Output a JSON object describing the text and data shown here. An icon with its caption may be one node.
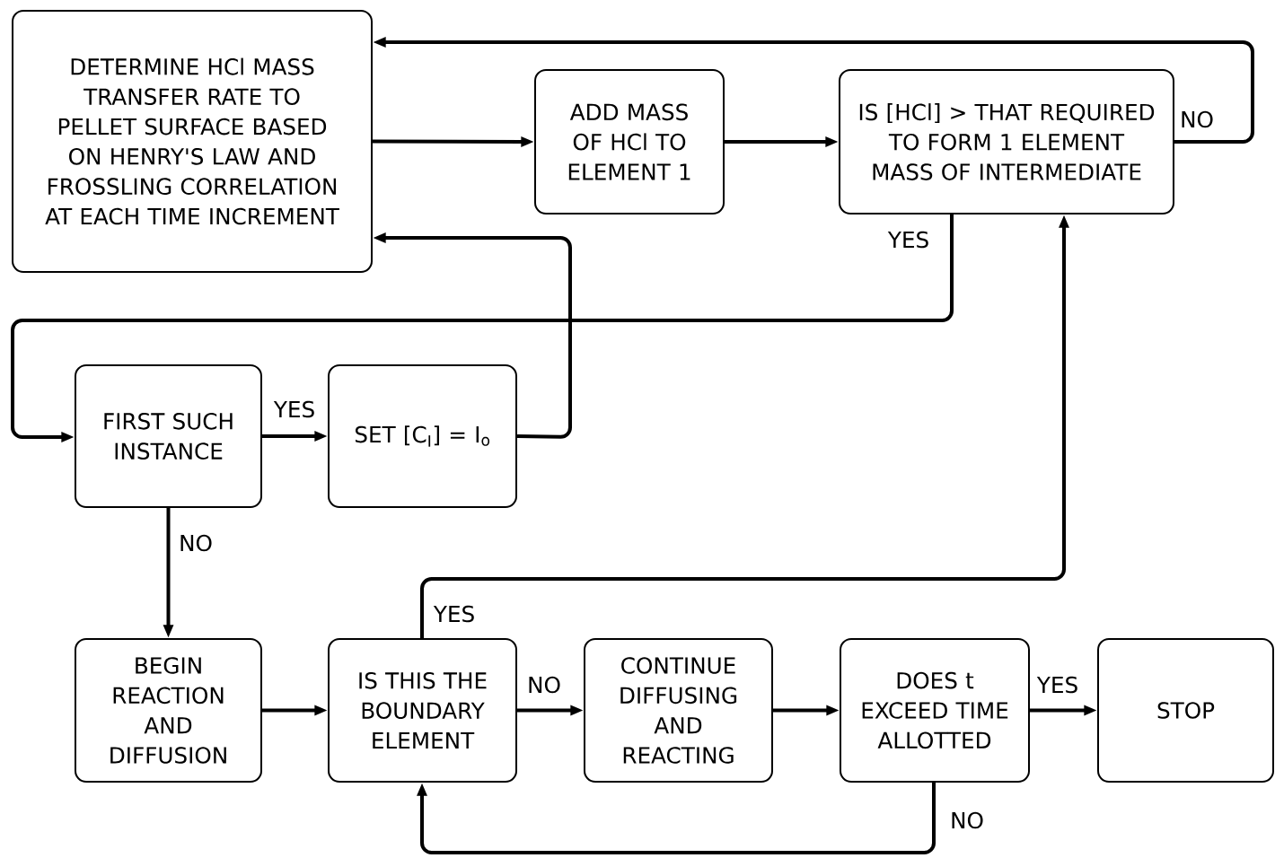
{
  "diagram": {
    "nodes": [
      {
        "text": [
          "DETERMINE HCl MASS TRANSFER RATE TO PELLET SURFACE BASED ON HENRY'S LAW AND FROSSLING CORRELATION AT EACH TIME INCREMENT"
        ]
      },
      {
        "text": [
          "ADD MASS OF HCl TO ELEMENT 1"
        ]
      },
      {
        "text": [
          "IS [HCl] > THAT REQUIRED TO FORM 1 ELEMENT MASS OF INTERMEDIATE"
        ]
      },
      {
        "text": [
          "FIRST SUCH INSTANCE"
        ]
      },
      {
        "text": [
          "SET [C$_{I}$] = I$_{o}$"
        ]
      },
      {
        "text": [
          "BEGIN REACTION AND DIFFUSION"
        ]
      },
      {
        "text": [
          "IS THIS THE BOUNDARY ELEMENT"
        ]
      },
      {
        "text": [
          "CONTINUE DIFFUSING AND REACTING"
        ]
      },
      {
        "text": [
          "DOES t EXCEED TIME ALLOTTED"
        ]
      },
      {
        "text": [
          "STOP"
        ]
      }
    ],
    "edges": [
      {
        "from": 0,
        "to": 1,
        "arrow": "to"
      },
      {
        "from": 1,
        "to": 2,
        "arrow": "to"
      },
      {
        "from": 2,
        "to": 0,
        "arrow": "to",
        "label": "NO"
      },
      {
        "from": 2,
        "to": 3,
        "arrow": "to",
        "label": "YES"
      },
      {
        "from": 3,
        "to": 4,
        "arrow": "to",
        "label": "YES"
      },
      {
        "from": 4,
        "to": 0,
        "arrow": "to"
      },
      {
        "from": 3,
        "to": 5,
        "arrow": "to",
        "label": "NO"
      },
      {
        "from": 5,
        "to": 6,
        "arrow": "to"
      },
      {
        "from": 6,
        "to": 7,
        "arrow": "to",
        "label": "NO"
      },
      {
        "from": 7,
        "to": 8,
        "arrow": "to"
      },
      {
        "from": 8,
        "to": 9,
        "arrow": "to",
        "label": "YES"
      },
      {
        "from": 8,
        "to": 6,
        "arrow": "to",
        "label": "NO"
      },
      {
        "from": 6,
        "to": 2,
        "arrow": "to",
        "label": "YES"
      }
    ]
  }
}
